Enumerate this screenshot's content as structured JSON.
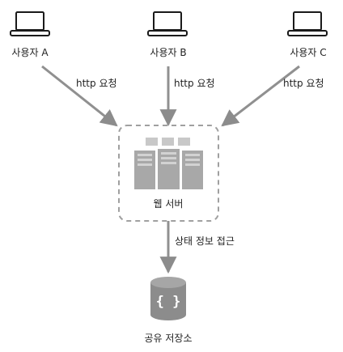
{
  "users": [
    {
      "label": "사용자 A"
    },
    {
      "label": "사용자 B"
    },
    {
      "label": "사용자 C"
    }
  ],
  "requests": [
    {
      "label": "http 요청"
    },
    {
      "label": "http 요청"
    },
    {
      "label": "http 요청"
    }
  ],
  "web_server": {
    "label": "웹 서버"
  },
  "state_access": {
    "label": "상태 정보 접근"
  },
  "shared_storage": {
    "label": "공유 저장소"
  },
  "colors": {
    "arrow": "#909090",
    "icon_outline": "#1a1a1a",
    "server_fill": "#a8a8a8",
    "server_light": "#d2d2d2",
    "storage_fill": "#8c8c8c",
    "dashed_border": "#a0a0a0"
  },
  "icons": {
    "user_device": "laptop-icon",
    "server": "server-rack-icon",
    "storage": "database-cylinder-icon"
  }
}
